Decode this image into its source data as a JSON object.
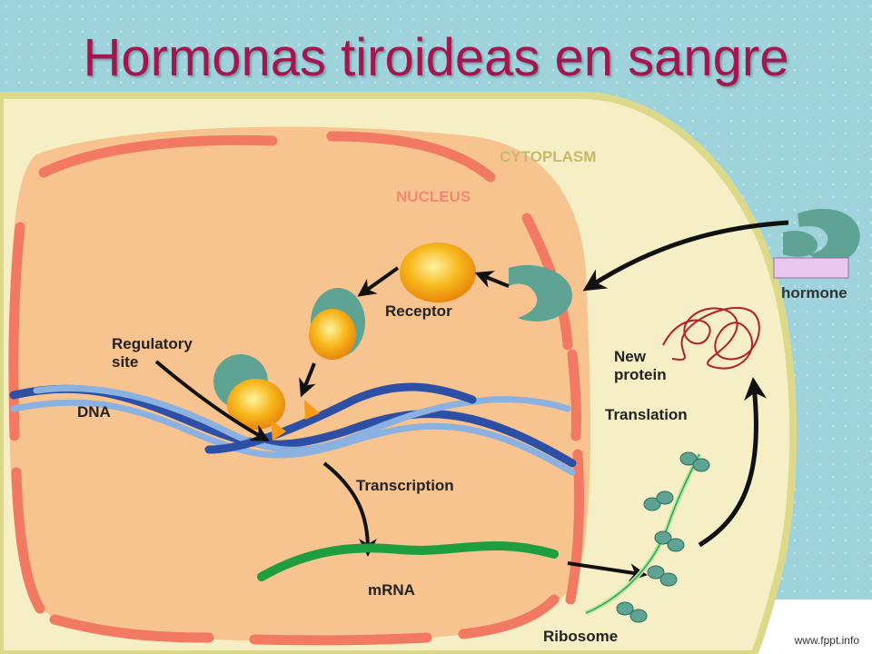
{
  "slide": {
    "title": "Hormonas tiroideas en sangre",
    "footer": "www.fppt.info"
  },
  "diagram": {
    "labels": {
      "cytoplasm": "CYTOPLASM",
      "nucleus": "NUCLEUS",
      "hormone": "hormone",
      "receptor": "Receptor",
      "regulatory_site_line1": "Regulatory",
      "regulatory_site_line2": "site",
      "dna": "DNA",
      "transcription": "Transcription",
      "mrna": "mRNA",
      "ribosome": "Ribosome",
      "translation": "Translation",
      "new_protein_line1": "New",
      "new_protein_line2": "protein"
    },
    "colors": {
      "title": "#a3174f",
      "cytoplasm_fill": "#f6efc6",
      "cytoplasm_border": "#ddd98a",
      "nucleus_fill": "#f7c38f",
      "nucleus_border": "#f27a62",
      "receptor": "#5ea393",
      "hormone_core": "#f5a01a",
      "dna_dark": "#2d4fa5",
      "dna_light": "#8ab1e0",
      "mrna": "#1e9e3f",
      "protein": "#b3202c",
      "label_box": "#e8c8ec"
    }
  }
}
